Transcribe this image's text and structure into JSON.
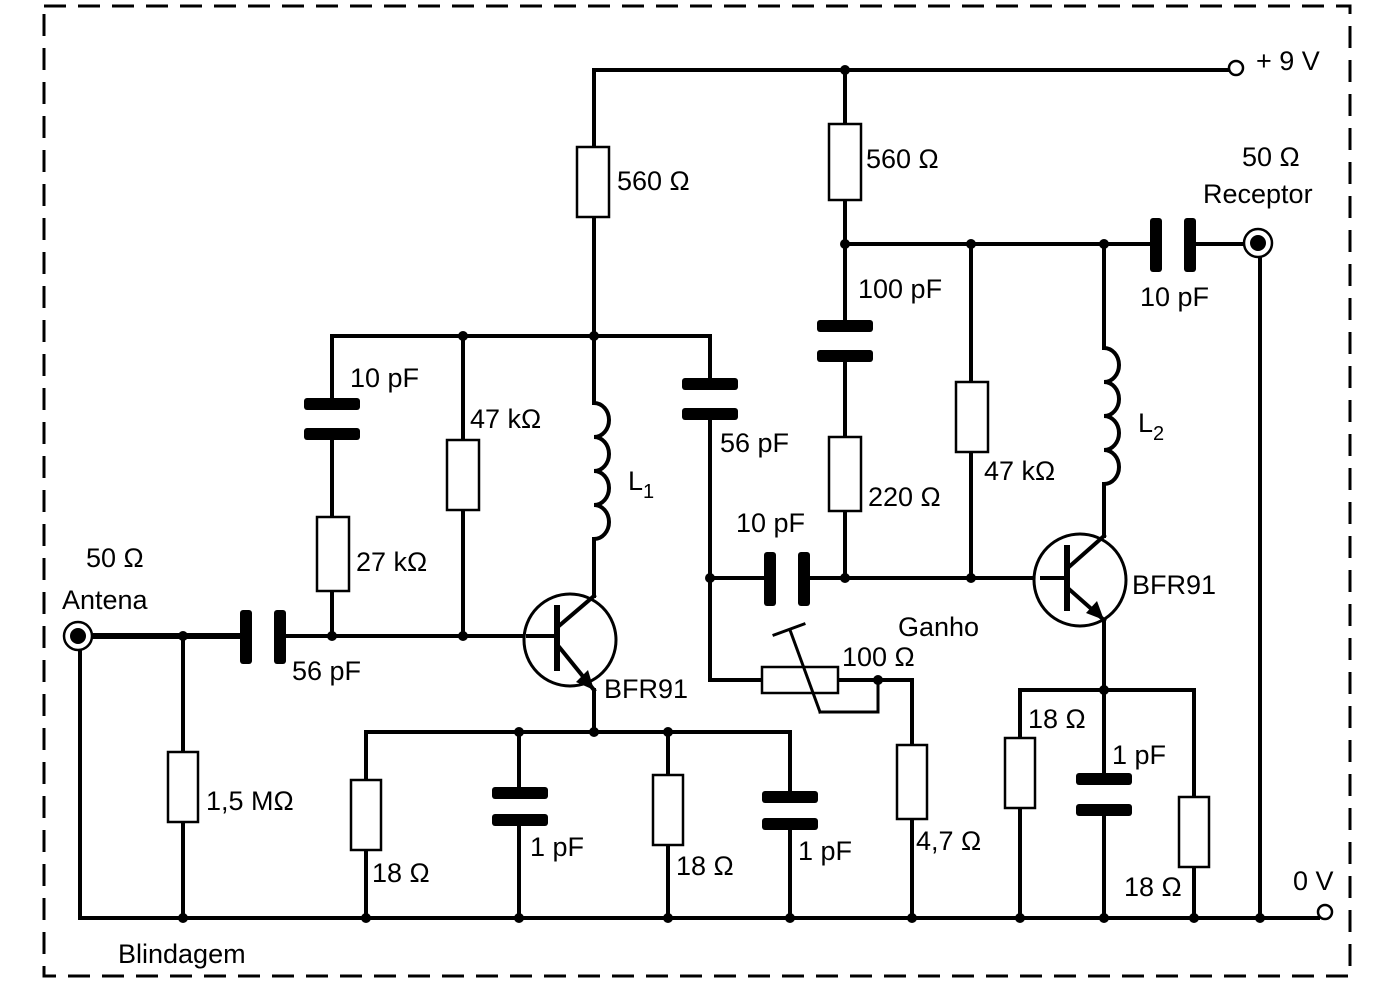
{
  "rails": {
    "supply": "+ 9 V",
    "ground": "0 V",
    "shield": "Blindagem"
  },
  "input": {
    "impedance": "50 Ω",
    "name": "Antena"
  },
  "output": {
    "impedance": "50 Ω",
    "name": "Receptor"
  },
  "stage1": {
    "collector_resistor": "560 Ω",
    "feedback_cap": "10 pF",
    "feedback_resistor": "27 kΩ",
    "bias_resistor": "47 kΩ",
    "inductor": {
      "letter": "L",
      "sub": "1"
    },
    "coupling_cap": "56 pF",
    "input_cap": "56 pF",
    "input_bias_resistor": "1,5 MΩ",
    "transistor": "BFR91",
    "emitter_r1": "18 Ω",
    "emitter_c1": "1 pF",
    "emitter_r2": "18 Ω",
    "emitter_c2": "1 pF"
  },
  "gain_control": {
    "label": "Ganho",
    "pot": "100 Ω",
    "resistor": "4,7 Ω"
  },
  "stage2": {
    "collector_resistor": "560 Ω",
    "decoupling_cap": "100 pF",
    "series_resistor": "220 Ω",
    "bias_resistor": "47 kΩ",
    "inductor": {
      "letter": "L",
      "sub": "2"
    },
    "output_cap": "10 pF",
    "base_cap": "10 pF",
    "transistor": "BFR91",
    "emitter_r1": "18 Ω",
    "emitter_c": "1 pF",
    "emitter_r2": "18 Ω"
  }
}
